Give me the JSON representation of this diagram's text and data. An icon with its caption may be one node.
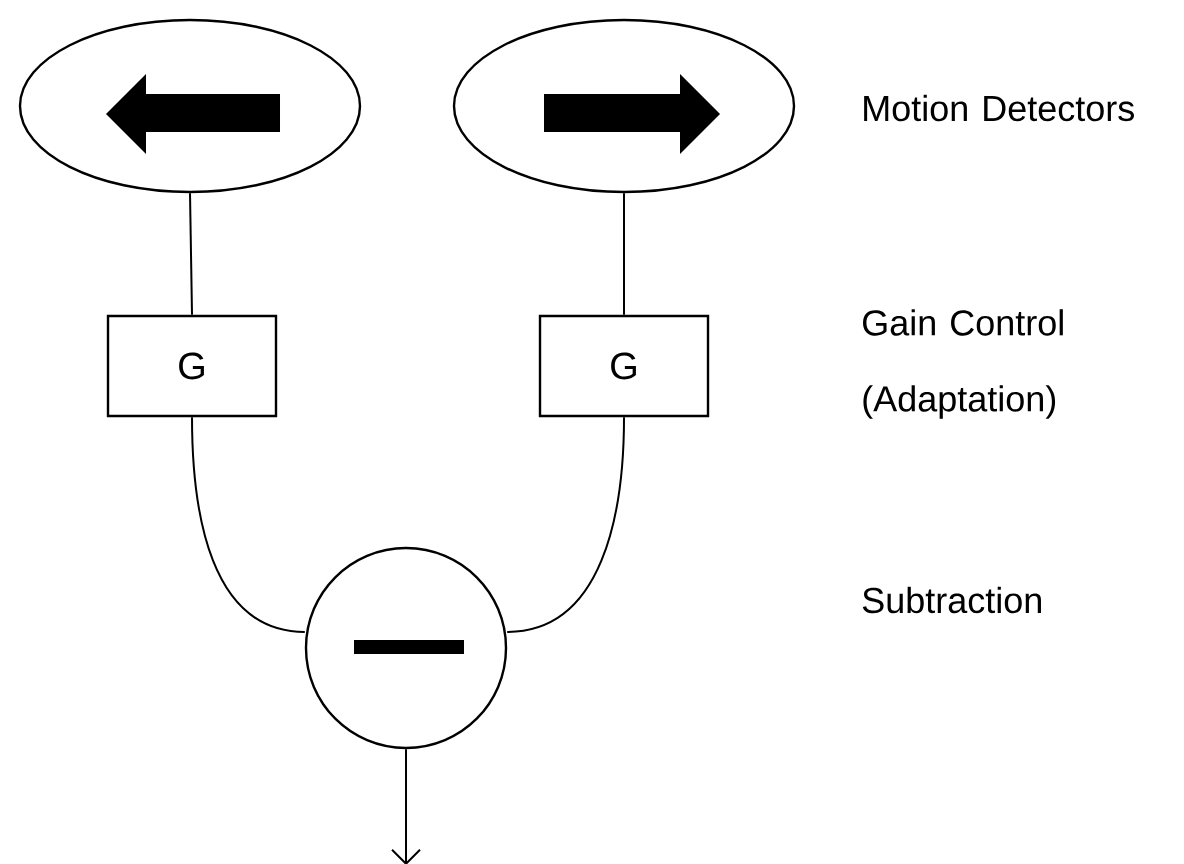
{
  "diagram": {
    "nodes": [
      {
        "text": [],
        "shape": "ellipse"
      },
      {
        "text": [],
        "shape": "ellipse"
      },
      {
        "text": [
          "G"
        ]
      },
      {
        "text": [
          "G"
        ]
      },
      {
        "text": [],
        "shape": "circle"
      }
    ],
    "edges": [
      {
        "from": 0,
        "to": 2,
        "arrow": "none"
      },
      {
        "from": 1,
        "to": 3,
        "arrow": "none"
      },
      {
        "from": 2,
        "to": 4,
        "arrow": "none"
      },
      {
        "from": 3,
        "to": 4,
        "arrow": "none"
      },
      {
        "from": 4,
        "to": null,
        "arrow": "to"
      }
    ],
    "labels": [
      "Motion Detectors",
      "Gain Control (Adaptation)",
      "Subtraction"
    ]
  }
}
